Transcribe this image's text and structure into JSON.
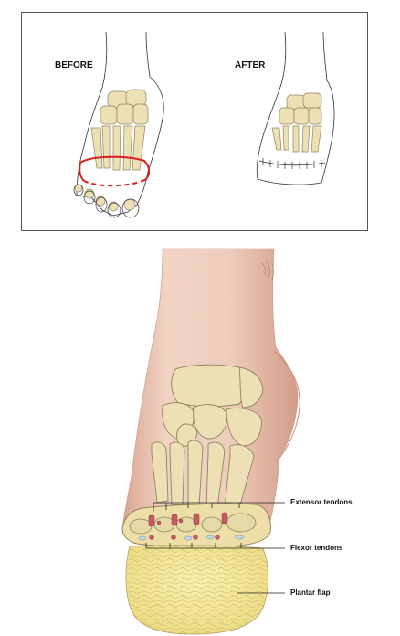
{
  "panel": {
    "before_label": "BEFORE",
    "after_label": "AFTER"
  },
  "callouts": {
    "extensor": "Extensor tendons",
    "flexor": "Flexor tendons",
    "plantar": "Plantar flap"
  },
  "colors": {
    "skin": "#edc7b5",
    "skin_shadow": "#d9a693",
    "bone": "#ece0b4",
    "bone_outline": "#8f845d",
    "incision": "#d81e1e",
    "flap": "#f4e89c",
    "tendon": "#c45b60",
    "line": "#222222"
  }
}
